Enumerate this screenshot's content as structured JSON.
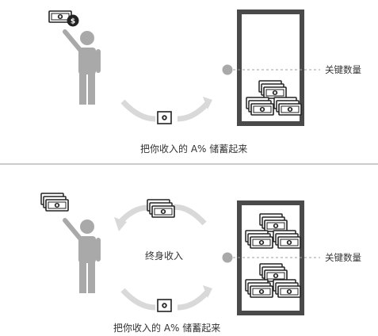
{
  "panel_top": {
    "caption": "把你收入的 A% 储蓄起来",
    "threshold_label": "关键数量"
  },
  "panel_bottom": {
    "caption": "把你收入的 A% 储蓄起来",
    "threshold_label": "关键数量",
    "flow_label": "终身收入"
  },
  "icons": {
    "person": "person-icon",
    "bill": "banknote-icon",
    "coin": "coin-icon",
    "box": "savings-box"
  },
  "colors": {
    "figure": "#a9a9a9",
    "box_border": "#4a4a4a",
    "arrow": "#d9d9d9",
    "divider": "#9a9a9a",
    "threshold": "#a0a0a0",
    "ink": "#222222"
  }
}
